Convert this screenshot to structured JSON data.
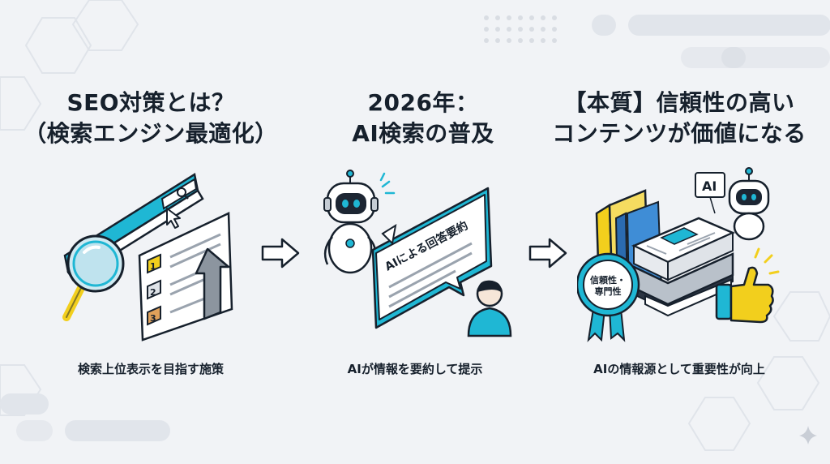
{
  "panels": [
    {
      "title_line1": "SEO対策とは？",
      "title_line2": "（検索エンジン最適化）",
      "caption": "検索上位表示を目指す施策",
      "rank_numbers": [
        "1",
        "2",
        "3"
      ]
    },
    {
      "title_line1": "2026年：",
      "title_line2": "AI検索の普及",
      "caption": "AIが情報を要約して提示",
      "bubble_text": "AIによる回答要約"
    },
    {
      "title_line1": "【本質】信頼性の高い",
      "title_line2": "コンテンツが価値になる",
      "caption": "AIの情報源として重要性が向上",
      "ai_tag": "AI",
      "badge_line1": "信頼性・",
      "badge_line2": "専門性"
    }
  ],
  "colors": {
    "accent_cyan": "#1fb7d4",
    "accent_yellow": "#f2cf1d",
    "navy_outline": "#16202c",
    "background": "#f1f3f6"
  },
  "icons": [
    "search-icon",
    "cursor-icon",
    "magnifier-icon",
    "arrow-up-icon",
    "robot-icon",
    "user-icon",
    "book-icon",
    "newspaper-icon",
    "thumbs-up-icon",
    "ribbon-badge-icon",
    "right-arrow-icon"
  ]
}
